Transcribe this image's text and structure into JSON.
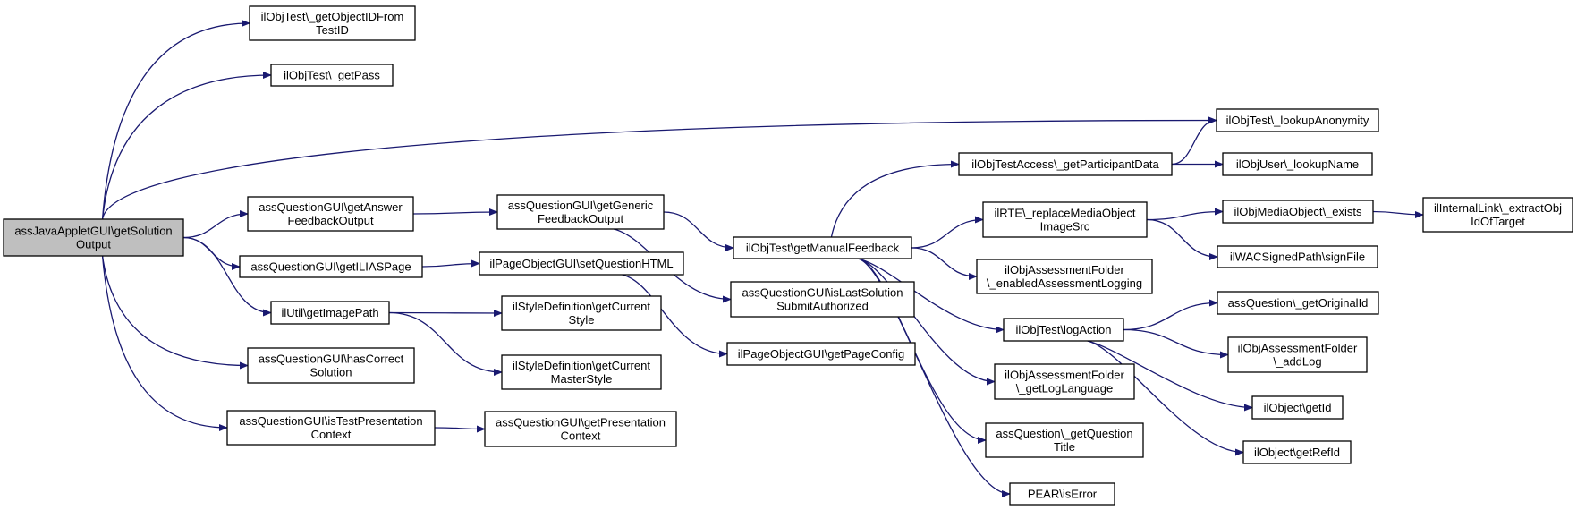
{
  "diagram": {
    "type": "call-graph",
    "colors": {
      "edge": "#191970",
      "root_fill": "#bfbfbf",
      "node_fill": "#ffffff",
      "border": "#000000"
    },
    "nodes": [
      {
        "id": "root",
        "label_lines": [
          "assJavaAppletGUI\\getSolution",
          "Output"
        ],
        "highlighted": true
      },
      {
        "id": "n_getObjectID",
        "label_lines": [
          "ilObjTest\\_getObjectIDFrom",
          "TestID"
        ]
      },
      {
        "id": "n_getPass",
        "label_lines": [
          "ilObjTest\\_getPass"
        ]
      },
      {
        "id": "n_lookupAnon",
        "label_lines": [
          "ilObjTest\\_lookupAnonymity"
        ]
      },
      {
        "id": "n_answerFeedback",
        "label_lines": [
          "assQuestionGUI\\getAnswer",
          "FeedbackOutput"
        ]
      },
      {
        "id": "n_genericFeedback",
        "label_lines": [
          "assQuestionGUI\\getGeneric",
          "FeedbackOutput"
        ]
      },
      {
        "id": "n_getManualFeedback",
        "label_lines": [
          "ilObjTest\\getManualFeedback"
        ]
      },
      {
        "id": "n_getParticipant",
        "label_lines": [
          "ilObjTestAccess\\_getParticipantData"
        ]
      },
      {
        "id": "n_lookupName",
        "label_lines": [
          "ilObjUser\\_lookupName"
        ]
      },
      {
        "id": "n_replaceMedia",
        "label_lines": [
          "ilRTE\\_replaceMediaObject",
          "ImageSrc"
        ]
      },
      {
        "id": "n_mediaExists",
        "label_lines": [
          "ilObjMediaObject\\_exists"
        ]
      },
      {
        "id": "n_extractObj",
        "label_lines": [
          "ilInternalLink\\_extractObj",
          "IdOfTarget"
        ]
      },
      {
        "id": "n_signFile",
        "label_lines": [
          "ilWACSignedPath\\signFile"
        ]
      },
      {
        "id": "n_enabledLogging",
        "label_lines": [
          "ilObjAssessmentFolder",
          "\\_enabledAssessmentLogging"
        ]
      },
      {
        "id": "n_iliasPage",
        "label_lines": [
          "assQuestionGUI\\getILIASPage"
        ]
      },
      {
        "id": "n_setQuestionHTML",
        "label_lines": [
          "ilPageObjectGUI\\setQuestionHTML"
        ]
      },
      {
        "id": "n_isLastSolution",
        "label_lines": [
          "assQuestionGUI\\isLastSolution",
          "SubmitAuthorized"
        ]
      },
      {
        "id": "n_getPageConfig",
        "label_lines": [
          "ilPageObjectGUI\\getPageConfig"
        ]
      },
      {
        "id": "n_getImagePath",
        "label_lines": [
          "ilUtil\\getImagePath"
        ]
      },
      {
        "id": "n_currentStyle",
        "label_lines": [
          "ilStyleDefinition\\getCurrent",
          "Style"
        ]
      },
      {
        "id": "n_currentMasterStyle",
        "label_lines": [
          "ilStyleDefinition\\getCurrent",
          "MasterStyle"
        ]
      },
      {
        "id": "n_hasCorrect",
        "label_lines": [
          "assQuestionGUI\\hasCorrect",
          "Solution"
        ]
      },
      {
        "id": "n_isTestPresentation",
        "label_lines": [
          "assQuestionGUI\\isTestPresentation",
          "Context"
        ]
      },
      {
        "id": "n_getPresentation",
        "label_lines": [
          "assQuestionGUI\\getPresentation",
          "Context"
        ]
      },
      {
        "id": "n_logAction",
        "label_lines": [
          "ilObjTest\\logAction"
        ]
      },
      {
        "id": "n_getOriginalId",
        "label_lines": [
          "assQuestion\\_getOriginalId"
        ]
      },
      {
        "id": "n_addLog",
        "label_lines": [
          "ilObjAssessmentFolder",
          "\\_addLog"
        ]
      },
      {
        "id": "n_getId",
        "label_lines": [
          "ilObject\\getId"
        ]
      },
      {
        "id": "n_getRefId",
        "label_lines": [
          "ilObject\\getRefId"
        ]
      },
      {
        "id": "n_getLogLanguage",
        "label_lines": [
          "ilObjAssessmentFolder",
          "\\_getLogLanguage"
        ]
      },
      {
        "id": "n_questionTitle",
        "label_lines": [
          "assQuestion\\_getQuestion",
          "Title"
        ]
      },
      {
        "id": "n_pearIsError",
        "label_lines": [
          "PEAR\\isError"
        ]
      }
    ],
    "edges": [
      [
        "root",
        "n_getObjectID"
      ],
      [
        "root",
        "n_getPass"
      ],
      [
        "root",
        "n_lookupAnon"
      ],
      [
        "root",
        "n_answerFeedback"
      ],
      [
        "root",
        "n_iliasPage"
      ],
      [
        "root",
        "n_getImagePath"
      ],
      [
        "root",
        "n_hasCorrect"
      ],
      [
        "root",
        "n_isTestPresentation"
      ],
      [
        "n_answerFeedback",
        "n_genericFeedback"
      ],
      [
        "n_genericFeedback",
        "n_getManualFeedback"
      ],
      [
        "n_genericFeedback",
        "n_isLastSolution"
      ],
      [
        "n_iliasPage",
        "n_setQuestionHTML"
      ],
      [
        "n_setQuestionHTML",
        "n_getPageConfig"
      ],
      [
        "n_getImagePath",
        "n_currentStyle"
      ],
      [
        "n_getImagePath",
        "n_currentMasterStyle"
      ],
      [
        "n_isTestPresentation",
        "n_getPresentation"
      ],
      [
        "n_getManualFeedback",
        "n_getParticipant"
      ],
      [
        "n_getManualFeedback",
        "n_replaceMedia"
      ],
      [
        "n_getManualFeedback",
        "n_enabledLogging"
      ],
      [
        "n_getManualFeedback",
        "n_logAction"
      ],
      [
        "n_getManualFeedback",
        "n_getLogLanguage"
      ],
      [
        "n_getManualFeedback",
        "n_questionTitle"
      ],
      [
        "n_getManualFeedback",
        "n_pearIsError"
      ],
      [
        "n_getParticipant",
        "n_lookupAnon"
      ],
      [
        "n_getParticipant",
        "n_lookupName"
      ],
      [
        "n_replaceMedia",
        "n_mediaExists"
      ],
      [
        "n_replaceMedia",
        "n_signFile"
      ],
      [
        "n_mediaExists",
        "n_extractObj"
      ],
      [
        "n_logAction",
        "n_getOriginalId"
      ],
      [
        "n_logAction",
        "n_addLog"
      ],
      [
        "n_logAction",
        "n_getId"
      ],
      [
        "n_logAction",
        "n_getRefId"
      ]
    ]
  }
}
